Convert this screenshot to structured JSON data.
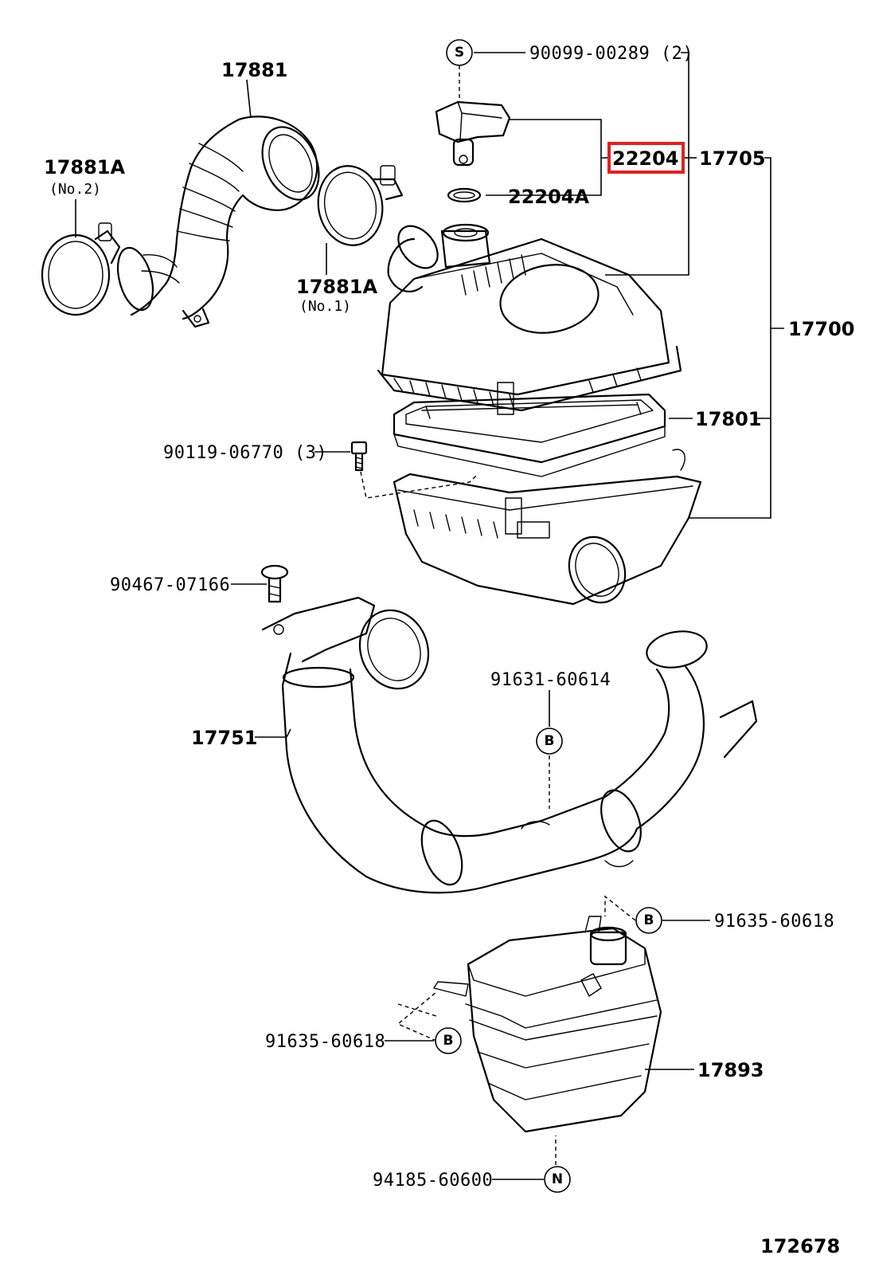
{
  "highlight": {
    "color": "#e02020",
    "part": "22204"
  },
  "labels": {
    "p17881": "17881",
    "p17881A_no2": "17881A",
    "p17881A_no2_sub": "(No.2)",
    "p17881A_no1": "17881A",
    "p17881A_no1_sub": "(No.1)",
    "p90099": "90099-00289 (2)",
    "p22204": "22204",
    "p17705": "17705",
    "p22204A": "22204A",
    "p17700": "17700",
    "p17801": "17801",
    "p90119": "90119-06770 (3)",
    "p90467": "90467-07166",
    "p91631": "91631-60614",
    "p17751": "17751",
    "p91635_right": "91635-60618",
    "p91635_left": "91635-60618",
    "p17893": "17893",
    "p94185": "94185-60600",
    "diagram_id": "172678"
  },
  "symbols": {
    "s_top": "S",
    "b_mid": "B",
    "b_right": "B",
    "b_left": "B",
    "n_bottom": "N"
  }
}
